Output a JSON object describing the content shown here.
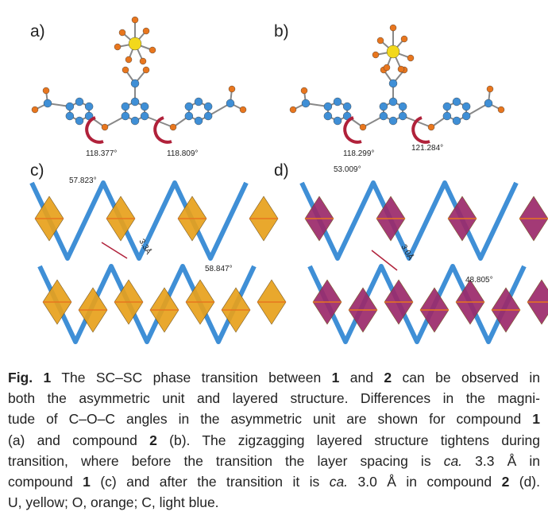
{
  "figure": {
    "panels": [
      "a)",
      "b)",
      "c)",
      "d)"
    ],
    "angles_a": [
      "118.377°",
      "118.809°"
    ],
    "angles_b": [
      "118.299°",
      "121.284°"
    ],
    "angles_c": [
      "57.823°",
      "58.847°"
    ],
    "angles_d": [
      "53.009°",
      "48.805°"
    ],
    "spacing_c": "3.3Å",
    "spacing_d": "3.0Å",
    "colors": {
      "uranium": "#f2d81c",
      "oxygen": "#e8761e",
      "carbon": "#3f8fd6",
      "poly_c": "#e8a11c",
      "poly_d": "#9c2a6b",
      "arrow": "#b0213a"
    }
  },
  "caption": {
    "lines": [
      [
        {
          "t": "Fig. 1",
          "b": true
        },
        {
          "t": "   The SC–SC phase transition between "
        },
        {
          "t": "1",
          "b": true
        },
        {
          "t": " and "
        },
        {
          "t": "2",
          "b": true
        },
        {
          "t": " can be observed in"
        }
      ],
      [
        {
          "t": "both the asymmetric unit and layered structure. Differences in the magni-"
        }
      ],
      [
        {
          "t": "tude of C–O–C angles in the asymmetric unit are shown for compound "
        },
        {
          "t": "1",
          "b": true
        }
      ],
      [
        {
          "t": "(a) and compound "
        },
        {
          "t": "2",
          "b": true
        },
        {
          "t": " (b). The zigzagging layered structure tightens during"
        }
      ],
      [
        {
          "t": "transition, where before the transition the layer spacing is "
        },
        {
          "t": "ca.",
          "i": true
        },
        {
          "t": " 3.3 Å in"
        }
      ],
      [
        {
          "t": "compound "
        },
        {
          "t": "1",
          "b": true
        },
        {
          "t": " (c) and after the transition it is "
        },
        {
          "t": "ca.",
          "i": true
        },
        {
          "t": " 3.0 Å in compound "
        },
        {
          "t": "2",
          "b": true
        },
        {
          "t": " (d)."
        }
      ],
      [
        {
          "t": "U, yellow; O, orange; C, light blue."
        }
      ]
    ]
  }
}
